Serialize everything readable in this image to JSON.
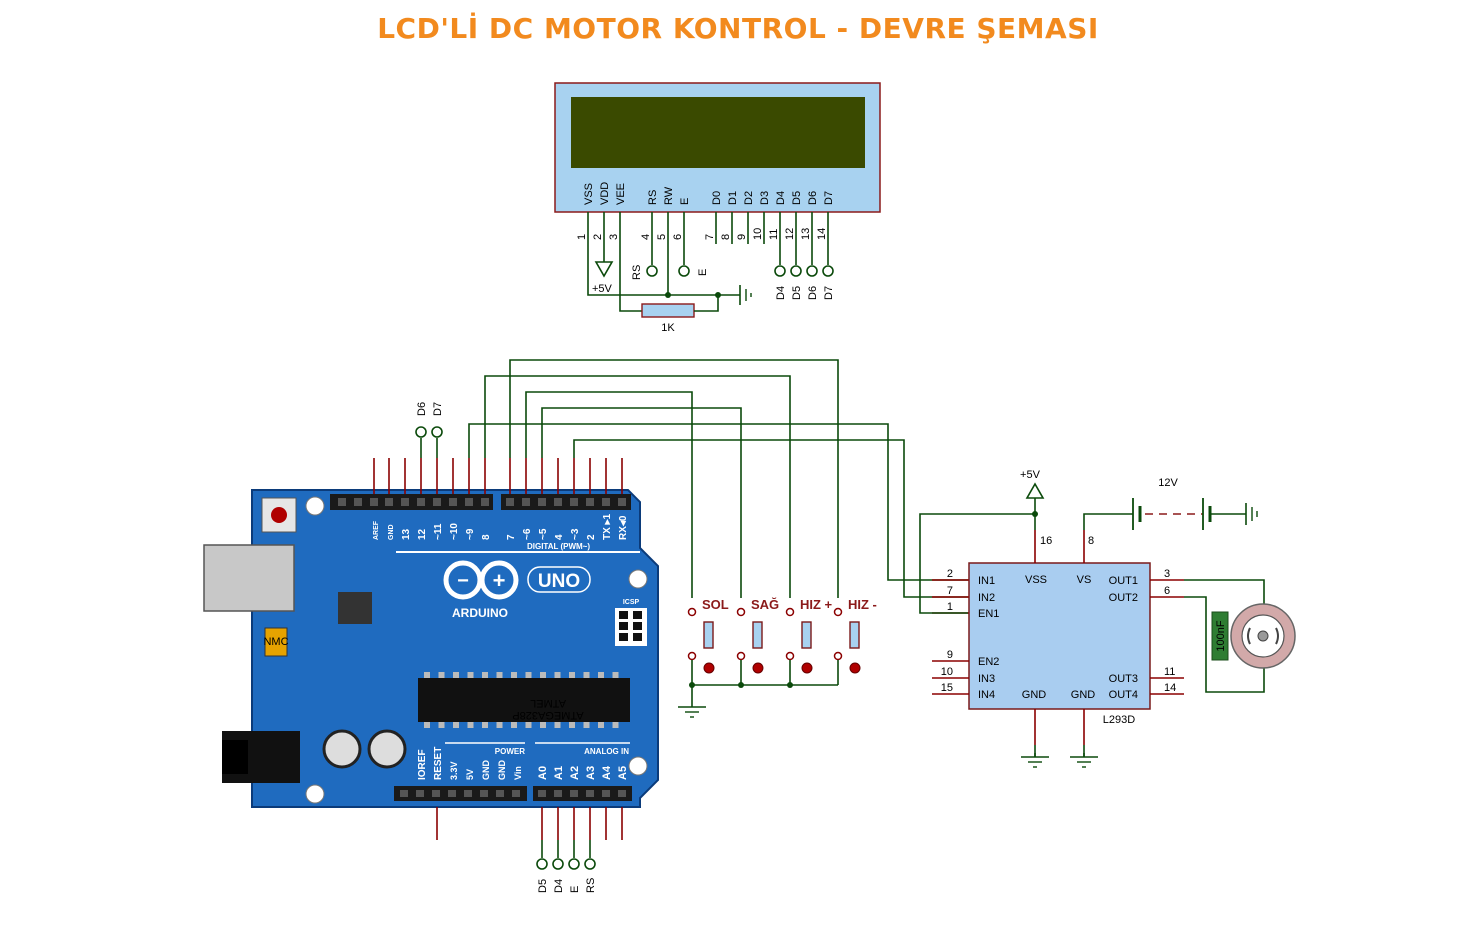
{
  "title": "LCD'Lİ DC MOTOR KONTROL - DEVRE ŞEMASI",
  "colors": {
    "title": "#f28a1e",
    "wire": "#0b4a0b",
    "pin": "#8b0000",
    "lcd_frame": "#a8d2f0",
    "lcd_screen": "#3a4a00",
    "arduino": "#1f6bbf",
    "chip": "#a9cdf0",
    "button_label": "#8b1a1a"
  },
  "lcd": {
    "pins": [
      "VSS",
      "VDD",
      "VEE",
      "RS",
      "RW",
      "E",
      "D0",
      "D1",
      "D2",
      "D3",
      "D4",
      "D5",
      "D6",
      "D7"
    ],
    "numbers": [
      "1",
      "2",
      "3",
      "4",
      "5",
      "6",
      "7",
      "8",
      "9",
      "10",
      "11",
      "12",
      "13",
      "14"
    ],
    "net_labels": [
      "RS",
      "E",
      "D4",
      "D5",
      "D6",
      "D7"
    ],
    "power_label": "+5V",
    "resistor": "1K"
  },
  "arduino": {
    "digital_pins": [
      "AREF",
      "GND",
      "13",
      "12",
      "~11",
      "~10",
      "~9",
      "8",
      "7",
      "~6",
      "~5",
      "4",
      "~3",
      "2",
      "TX ▸1",
      "RX◂0"
    ],
    "digital_label": "DIGITAL (PWM~)",
    "brand": "ARDUINO",
    "model": "UNO",
    "icsp": "ICSP",
    "chip_text": "ATMEL ATMEGA328P",
    "power_label": "POWER",
    "power_pins": [
      "IOREF",
      "RESET",
      "3.3V",
      "5V",
      "GND",
      "GND",
      "Vin"
    ],
    "analog_label": "ANALOG IN",
    "analog_pins": [
      "A0",
      "A1",
      "A2",
      "A3",
      "A4",
      "A5"
    ],
    "top_net_labels": [
      "D6",
      "D7"
    ],
    "bottom_net_labels": [
      "D5",
      "D4",
      "E",
      "RS"
    ],
    "regulator": "NMC"
  },
  "buttons": [
    "SOL",
    "SAĞ",
    "HIZ +",
    "HIZ -"
  ],
  "driver": {
    "name": "L293D",
    "left_pins": [
      {
        "num": "2",
        "name": "IN1"
      },
      {
        "num": "7",
        "name": "IN2"
      },
      {
        "num": "1",
        "name": "EN1"
      },
      {
        "num": "9",
        "name": "EN2"
      },
      {
        "num": "10",
        "name": "IN3"
      },
      {
        "num": "15",
        "name": "IN4"
      }
    ],
    "right_pins": [
      {
        "num": "3",
        "name": "OUT1"
      },
      {
        "num": "6",
        "name": "OUT2"
      },
      {
        "num": "11",
        "name": "OUT3"
      },
      {
        "num": "14",
        "name": "OUT4"
      }
    ],
    "top_pins": [
      {
        "num": "16",
        "name": "VSS"
      },
      {
        "num": "8",
        "name": "VS"
      }
    ],
    "gnd_labels": [
      "GND",
      "GND"
    ],
    "vss_supply": "+5V",
    "vs_supply": "12V",
    "cap": "100nF"
  }
}
